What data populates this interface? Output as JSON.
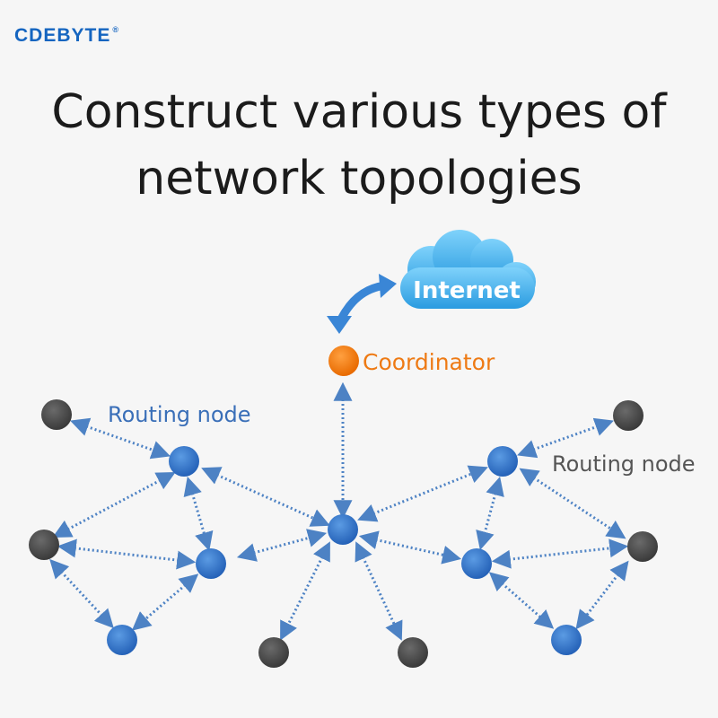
{
  "brand": {
    "name": "CDEBYTE",
    "mark": "®"
  },
  "headline": {
    "line1": "Construct various types of",
    "line2": "network topologies"
  },
  "diagram": {
    "cloud_label": "Internet",
    "coordinator_label": "Coordinator",
    "routing_label_left": "Routing node",
    "routing_label_right": "Routing node",
    "colors": {
      "router": "#2f72c9",
      "end_device": "#4a4a4a",
      "coordinator": "#f07a10",
      "link": "#4d82c4",
      "cloud": "#45b4ee",
      "router_label": "#3a6fb8",
      "coordinator_label": "#ee7a14",
      "right_label": "#555555"
    }
  }
}
